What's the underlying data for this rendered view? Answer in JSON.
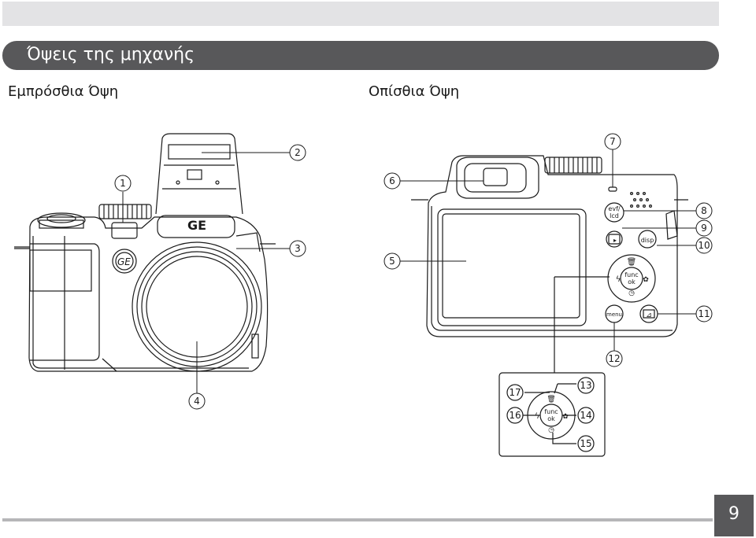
{
  "header": {
    "title": "Όψεις της μηχανής"
  },
  "sections": {
    "front_title": "Εμπρόσθια Όψη",
    "back_title": "Οπίσθια Όψη"
  },
  "front_view": {
    "brand_label": "GE",
    "callouts": [
      "1",
      "2",
      "3",
      "4"
    ]
  },
  "back_view": {
    "buttons": {
      "evf_lcd_top": "evf/",
      "evf_lcd_bottom": "lcd",
      "disp": "disp",
      "func": "func",
      "ok": "ok",
      "menu": "menu"
    },
    "callouts": [
      "5",
      "6",
      "7",
      "8",
      "9",
      "10",
      "11",
      "12"
    ]
  },
  "dial_detail": {
    "func": "func",
    "ok": "ok",
    "callouts": [
      "13",
      "14",
      "15",
      "16",
      "17"
    ]
  },
  "footer": {
    "page_number": "9"
  },
  "colors": {
    "title_bar": "#58585a",
    "top_strip": "#e3e3e5",
    "footer_line": "#b6b6b8",
    "line_art": "#1a1a1a"
  }
}
